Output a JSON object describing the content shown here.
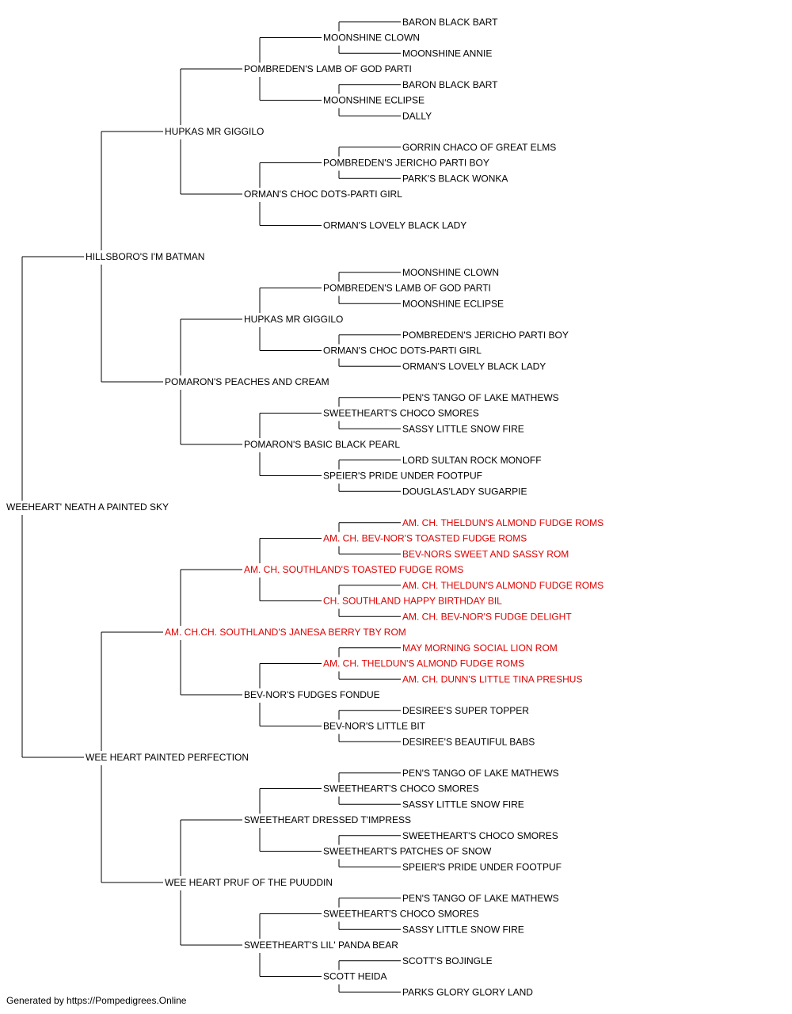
{
  "colors": {
    "normal": "#000000",
    "champion": "#e00000",
    "line": "#000000"
  },
  "footer": "Generated by https://Pompedigrees.Online",
  "tree": {
    "name": "WEEHEART' NEATH A PAINTED SKY",
    "champion": false,
    "sire": {
      "name": "HILLSBORO'S I'M BATMAN",
      "champion": false,
      "sire": {
        "name": "HUPKAS MR GIGGILO",
        "champion": false,
        "sire": {
          "name": "POMBREDEN'S LAMB OF GOD PARTI",
          "champion": false,
          "sire": {
            "name": "MOONSHINE CLOWN",
            "champion": false,
            "sire": {
              "name": "BARON BLACK BART",
              "champion": false
            },
            "dam": {
              "name": "MOONSHINE ANNIE",
              "champion": false
            }
          },
          "dam": {
            "name": "MOONSHINE ECLIPSE",
            "champion": false,
            "sire": {
              "name": "BARON BLACK BART",
              "champion": false
            },
            "dam": {
              "name": "DALLY",
              "champion": false
            }
          }
        },
        "dam": {
          "name": "ORMAN'S CHOC DOTS-PARTI GIRL",
          "champion": false,
          "sire": {
            "name": "POMBREDEN'S JERICHO PARTI BOY",
            "champion": false,
            "sire": {
              "name": "GORRIN CHACO OF GREAT ELMS",
              "champion": false
            },
            "dam": {
              "name": "PARK'S BLACK WONKA",
              "champion": false
            }
          },
          "dam": {
            "name": "ORMAN'S LOVELY BLACK LADY",
            "champion": false
          }
        }
      },
      "dam": {
        "name": "POMARON'S PEACHES AND CREAM",
        "champion": false,
        "sire": {
          "name": "HUPKAS MR GIGGILO",
          "champion": false,
          "sire": {
            "name": "POMBREDEN'S LAMB OF GOD PARTI",
            "champion": false,
            "sire": {
              "name": "MOONSHINE CLOWN",
              "champion": false
            },
            "dam": {
              "name": "MOONSHINE ECLIPSE",
              "champion": false
            }
          },
          "dam": {
            "name": "ORMAN'S CHOC DOTS-PARTI GIRL",
            "champion": false,
            "sire": {
              "name": "POMBREDEN'S JERICHO PARTI BOY",
              "champion": false
            },
            "dam": {
              "name": "ORMAN'S LOVELY BLACK LADY",
              "champion": false
            }
          }
        },
        "dam": {
          "name": "POMARON'S BASIC BLACK PEARL",
          "champion": false,
          "sire": {
            "name": "SWEETHEART'S CHOCO SMORES",
            "champion": false,
            "sire": {
              "name": "PEN'S TANGO OF LAKE MATHEWS",
              "champion": false
            },
            "dam": {
              "name": "SASSY LITTLE SNOW FIRE",
              "champion": false
            }
          },
          "dam": {
            "name": "SPEIER'S PRIDE UNDER FOOTPUF",
            "champion": false,
            "sire": {
              "name": "LORD SULTAN ROCK MONOFF",
              "champion": false
            },
            "dam": {
              "name": "DOUGLAS'LADY SUGARPIE",
              "champion": false
            }
          }
        }
      }
    },
    "dam": {
      "name": "WEE HEART PAINTED PERFECTION",
      "champion": false,
      "sire": {
        "name": "AM. CH.CH. SOUTHLAND'S JANESA BERRY TBY ROM",
        "champion": true,
        "sire": {
          "name": "AM. CH. SOUTHLAND'S TOASTED FUDGE ROMS",
          "champion": true,
          "sire": {
            "name": "AM. CH. BEV-NOR'S TOASTED FUDGE ROMS",
            "champion": true,
            "sire": {
              "name": "AM. CH. THELDUN'S ALMOND FUDGE ROMS",
              "champion": true
            },
            "dam": {
              "name": "BEV-NORS SWEET AND SASSY ROM",
              "champion": true
            }
          },
          "dam": {
            "name": "CH. SOUTHLAND HAPPY BIRTHDAY BIL",
            "champion": true,
            "sire": {
              "name": "AM. CH. THELDUN'S ALMOND FUDGE ROMS",
              "champion": true
            },
            "dam": {
              "name": "AM. CH. BEV-NOR'S FUDGE DELIGHT",
              "champion": true
            }
          }
        },
        "dam": {
          "name": "BEV-NOR'S FUDGES FONDUE",
          "champion": false,
          "sire": {
            "name": "AM. CH. THELDUN'S ALMOND FUDGE ROMS",
            "champion": true,
            "sire": {
              "name": "MAY MORNING SOCIAL LION ROM",
              "champion": true
            },
            "dam": {
              "name": "AM. CH. DUNN'S LITTLE TINA PRESHUS",
              "champion": true
            }
          },
          "dam": {
            "name": "BEV-NOR'S LITTLE BIT",
            "champion": false,
            "sire": {
              "name": "DESIREE'S SUPER TOPPER",
              "champion": false
            },
            "dam": {
              "name": "DESIREE'S BEAUTIFUL BABS",
              "champion": false
            }
          }
        }
      },
      "dam": {
        "name": "WEE HEART PRUF OF THE PUUDDIN",
        "champion": false,
        "sire": {
          "name": "SWEETHEART DRESSED T'IMPRESS",
          "champion": false,
          "sire": {
            "name": "SWEETHEART'S CHOCO SMORES",
            "champion": false,
            "sire": {
              "name": "PEN'S TANGO OF LAKE MATHEWS",
              "champion": false
            },
            "dam": {
              "name": "SASSY LITTLE SNOW FIRE",
              "champion": false
            }
          },
          "dam": {
            "name": "SWEETHEART'S PATCHES OF SNOW",
            "champion": false,
            "sire": {
              "name": "SWEETHEART'S CHOCO SMORES",
              "champion": false
            },
            "dam": {
              "name": "SPEIER'S PRIDE UNDER FOOTPUF",
              "champion": false
            }
          }
        },
        "dam": {
          "name": "SWEETHEART'S LIL' PANDA BEAR",
          "champion": false,
          "sire": {
            "name": "SWEETHEART'S CHOCO SMORES",
            "champion": false,
            "sire": {
              "name": "PEN'S TANGO OF LAKE MATHEWS",
              "champion": false
            },
            "dam": {
              "name": "SASSY LITTLE SNOW FIRE",
              "champion": false
            }
          },
          "dam": {
            "name": "SCOTT HEIDA",
            "champion": false,
            "sire": {
              "name": "SCOTT'S BOJINGLE",
              "champion": false
            },
            "dam": {
              "name": "PARKS GLORY GLORY LAND",
              "champion": false
            }
          }
        }
      }
    }
  }
}
